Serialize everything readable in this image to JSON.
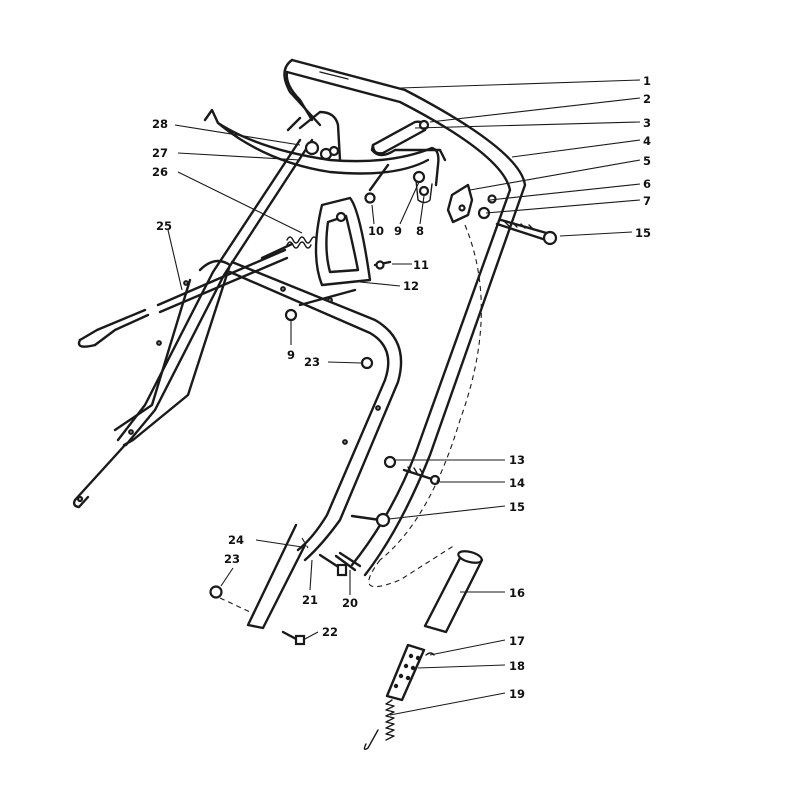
{
  "diagram": {
    "callouts": [
      {
        "id": "c1",
        "label": "1"
      },
      {
        "id": "c2",
        "label": "2"
      },
      {
        "id": "c3",
        "label": "3"
      },
      {
        "id": "c4",
        "label": "4"
      },
      {
        "id": "c5",
        "label": "5"
      },
      {
        "id": "c6",
        "label": "6"
      },
      {
        "id": "c7",
        "label": "7"
      },
      {
        "id": "c15a",
        "label": "15"
      },
      {
        "id": "c11",
        "label": "11"
      },
      {
        "id": "c12",
        "label": "12"
      },
      {
        "id": "c10",
        "label": "10"
      },
      {
        "id": "c9a",
        "label": "9"
      },
      {
        "id": "c8",
        "label": "8"
      },
      {
        "id": "c28",
        "label": "28"
      },
      {
        "id": "c27",
        "label": "27"
      },
      {
        "id": "c26",
        "label": "26"
      },
      {
        "id": "c25",
        "label": "25"
      },
      {
        "id": "c9b",
        "label": "9"
      },
      {
        "id": "c23a",
        "label": "23"
      },
      {
        "id": "c13",
        "label": "13"
      },
      {
        "id": "c14",
        "label": "14"
      },
      {
        "id": "c15b",
        "label": "15"
      },
      {
        "id": "c16",
        "label": "16"
      },
      {
        "id": "c24",
        "label": "24"
      },
      {
        "id": "c23b",
        "label": "23"
      },
      {
        "id": "c21",
        "label": "21"
      },
      {
        "id": "c20",
        "label": "20"
      },
      {
        "id": "c22",
        "label": "22"
      },
      {
        "id": "c17",
        "label": "17"
      },
      {
        "id": "c18",
        "label": "18"
      },
      {
        "id": "c19",
        "label": "19"
      }
    ]
  }
}
